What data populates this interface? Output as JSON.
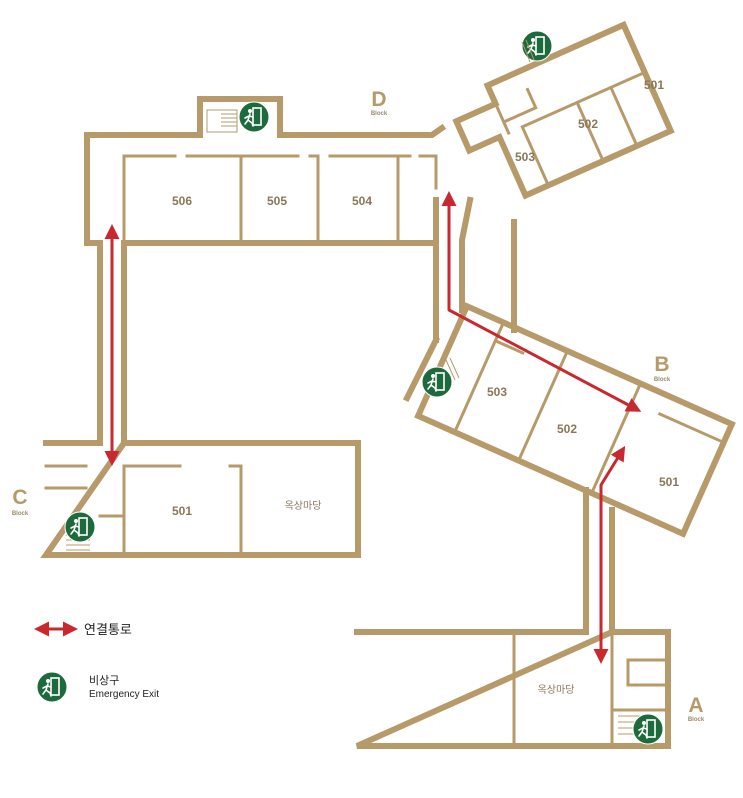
{
  "colors": {
    "wall": "#b79a6a",
    "connector": "#c8282e",
    "exit_badge": "#1d6b3c"
  },
  "blocks": {
    "a": {
      "letter": "A",
      "word": "Block",
      "rooms": [
        "옥상마당"
      ]
    },
    "b": {
      "letter": "B",
      "word": "Block",
      "rooms": [
        "503",
        "502",
        "501"
      ]
    },
    "c": {
      "letter": "C",
      "word": "Block",
      "rooms": [
        "501",
        "옥상마당"
      ]
    },
    "d": {
      "letter": "D",
      "word": "Block",
      "rooms": [
        "506",
        "505",
        "504",
        "503",
        "502",
        "501"
      ]
    }
  },
  "legend": {
    "connector_label": "연결통로",
    "exit_label_ko": "비상구",
    "exit_label_en": "Emergency Exit"
  },
  "icons": {
    "exit": "emergency-exit-icon",
    "connector": "double-arrow-icon"
  }
}
